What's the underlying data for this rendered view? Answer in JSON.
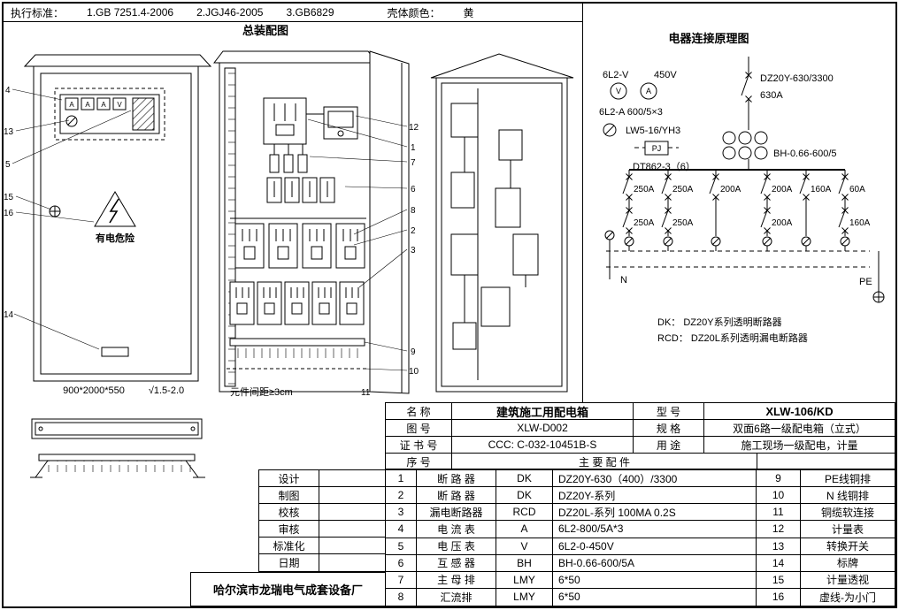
{
  "header": {
    "standards_label": "执行标准：",
    "standard_1": "1.GB 7251.4-2006",
    "standard_2": "2.JGJ46-2005",
    "standard_3": "3.GB6829",
    "shell_label": "壳体颜色：",
    "shell_color": "黄"
  },
  "assembly": {
    "title": "总装配图",
    "meter_labels": [
      "A",
      "A",
      "A",
      "V"
    ],
    "warning": "有电危险",
    "dims": "900*2000*550",
    "finish": "√1.5-2.0",
    "spacing_note": "元件间距≥3cm",
    "front_callouts": [
      "4",
      "13",
      "5",
      "15",
      "16",
      "14"
    ],
    "open_callouts": [
      "12",
      "1",
      "7",
      "6",
      "8",
      "2",
      "3",
      "9",
      "10",
      "11"
    ]
  },
  "schematic": {
    "title": "电器连接原理图",
    "voltmeter_model": "6L2-V",
    "voltage": "450V",
    "v_symbol": "V",
    "a_symbol": "A",
    "ammeter_model": "6L2-A  600/5×3",
    "changeover": "LW5-16/YH3",
    "pj": "PJ",
    "energy_meter": "DT862-3（6）",
    "main_breaker": "DZ20Y-630/3300",
    "main_rating": "630A",
    "ct_model": "BH-0.66-600/5",
    "row1": [
      "250A",
      "250A",
      "200A",
      "200A",
      "160A",
      "60A"
    ],
    "row2": [
      "250A",
      "250A",
      "200A",
      "160A"
    ],
    "n_label": "N",
    "pe_label": "PE",
    "dk_note": "DK：  DZ20Y系列透明断路器",
    "rcd_note": "RCD： DZ20L系列透明漏电断路器"
  },
  "title_block": {
    "name_label": "名  称",
    "name_value": "建筑施工用配电箱",
    "model_label": "型  号",
    "model_value": "XLW-106/KD",
    "dwg_label": "图  号",
    "dwg_value": "XLW-D002",
    "spec_label": "规  格",
    "spec_value": "双面6路一级配电箱（立式）",
    "cert_label": "证 书 号",
    "cert_value": "CCC: C-032-10451B-S",
    "use_label": "用  途",
    "use_value": "施工现场一级配电，计量",
    "seq_label": "序  号",
    "parts_label": "主  要  配  件"
  },
  "roles": [
    "设计",
    "制图",
    "校核",
    "审核",
    "标准化",
    "日期"
  ],
  "parts": [
    {
      "no": "1",
      "name": "断 路 器",
      "code": "DK",
      "spec": "DZ20Y-630（400）/3300",
      "no2": "9",
      "name2": "PE线铜排"
    },
    {
      "no": "2",
      "name": "断 路 器",
      "code": "DK",
      "spec": "DZ20Y-系列",
      "no2": "10",
      "name2": "N 线铜排"
    },
    {
      "no": "3",
      "name": "漏电断路器",
      "code": "RCD",
      "spec": "DZ20L-系列  100MA 0.2S",
      "no2": "11",
      "name2": "铜缆软连接"
    },
    {
      "no": "4",
      "name": "电 流 表",
      "code": "A",
      "spec": "6L2-800/5A*3",
      "no2": "12",
      "name2": "计量表"
    },
    {
      "no": "5",
      "name": "电 压 表",
      "code": "V",
      "spec": "6L2-0-450V",
      "no2": "13",
      "name2": "转换开关"
    },
    {
      "no": "6",
      "name": "互 感 器",
      "code": "BH",
      "spec": "BH-0.66-600/5A",
      "no2": "14",
      "name2": "标牌"
    },
    {
      "no": "7",
      "name": "主 母 排",
      "code": "LMY",
      "spec": "6*50",
      "no2": "15",
      "name2": "计量透视"
    },
    {
      "no": "8",
      "name": "汇流排",
      "code": "LMY",
      "spec": "6*50",
      "no2": "16",
      "name2": "虚线-为小门"
    }
  ],
  "factory": "哈尔滨市龙瑞电气成套设备厂"
}
